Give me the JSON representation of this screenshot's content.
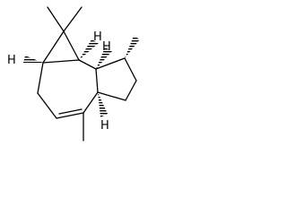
{
  "molecule": {
    "atom_labels": {
      "h_left": "H",
      "h_top": "H",
      "h_mid": "H",
      "h_bottom": "H"
    }
  }
}
